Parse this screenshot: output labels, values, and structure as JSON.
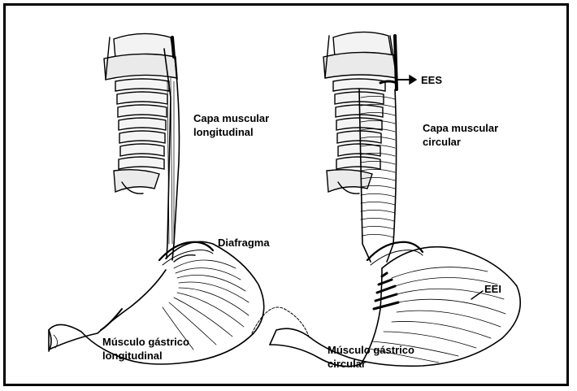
{
  "labels": {
    "eess": "EES",
    "capa_longitudinal_1": "Capa muscular",
    "capa_longitudinal_2": "longitudinal",
    "capa_circular_1": "Capa muscular",
    "capa_circular_2": "circular",
    "diafragma": "Diafragma",
    "eei": "EEI",
    "gastrico_longitudinal_1": "Músculo gástrico",
    "gastrico_longitudinal_2": "longitudinal",
    "gastrico_circular_1": "Músculo gástrico",
    "gastrico_circular_2": "circular"
  }
}
